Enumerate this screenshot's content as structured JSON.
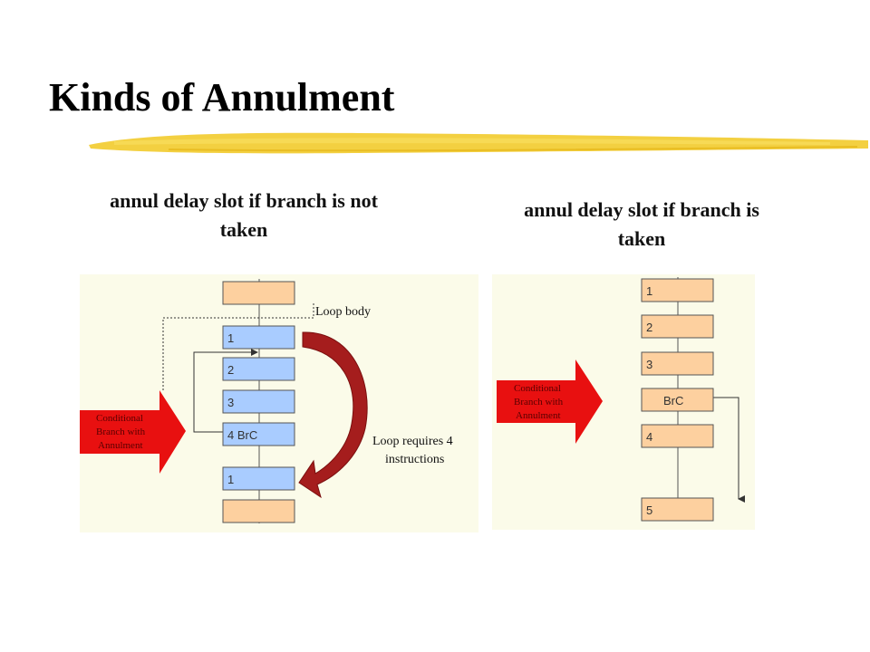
{
  "slide": {
    "title": "Kinds of Annulment"
  },
  "left": {
    "caption_line1": "annul delay slot if branch is not",
    "caption_line2": "taken",
    "loop_body_label": "Loop body",
    "boxes": [
      "",
      "1",
      "2",
      "3",
      "4 BrC",
      "1",
      ""
    ],
    "note_line1": "Loop requires 4",
    "note_line2": "instructions",
    "arrow_line1": "Conditional",
    "arrow_line2": "Branch with",
    "arrow_line3": "Annulment"
  },
  "right": {
    "caption_line1": "annul delay slot if branch is",
    "caption_line2": "taken",
    "boxes": [
      "1",
      "2",
      "3",
      "BrC",
      "4",
      "5"
    ],
    "arrow_line1": "Conditional",
    "arrow_line2": "Branch with",
    "arrow_line3": "Annulment"
  },
  "colors": {
    "peach": "#fdd09f",
    "blue": "#a9ccff",
    "red": "#e81010",
    "darkred": "#a51d1d",
    "panel_bg": "#fbfbe9",
    "highlighter": "#f2cb2c"
  }
}
